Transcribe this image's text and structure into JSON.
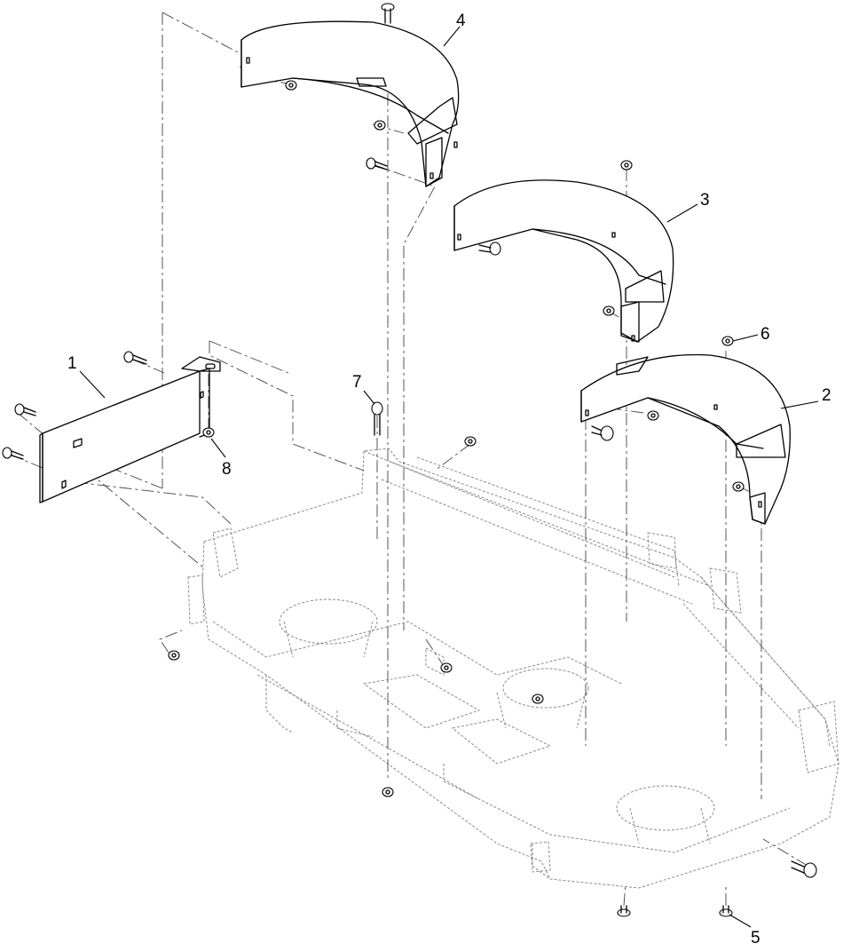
{
  "diagram": {
    "callouts": [
      {
        "id": "callout-1",
        "label": "1"
      },
      {
        "id": "callout-2",
        "label": "2"
      },
      {
        "id": "callout-3",
        "label": "3"
      },
      {
        "id": "callout-4",
        "label": "4"
      },
      {
        "id": "callout-5",
        "label": "5"
      },
      {
        "id": "callout-6",
        "label": "6"
      },
      {
        "id": "callout-7",
        "label": "7"
      },
      {
        "id": "callout-8",
        "label": "8"
      }
    ],
    "colors": {
      "line": "#000000",
      "ghost": "#8a8a8a",
      "background": "#ffffff"
    }
  }
}
